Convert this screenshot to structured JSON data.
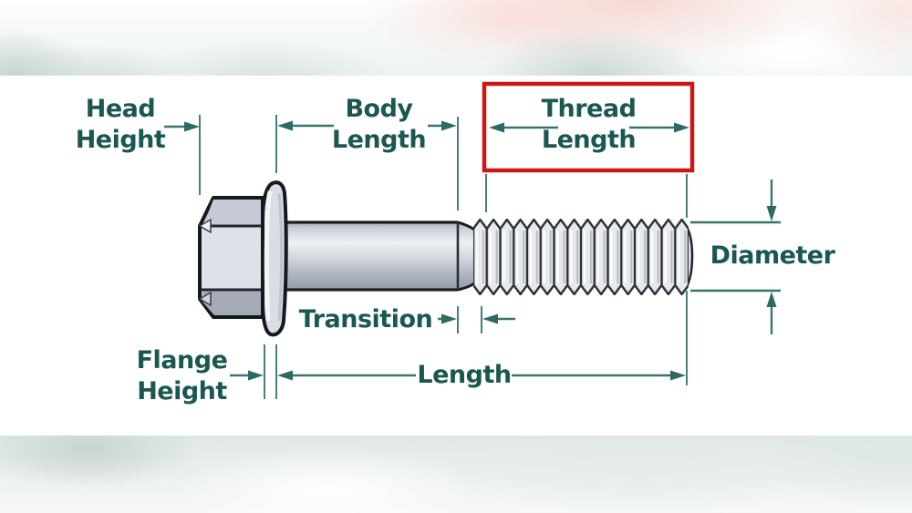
{
  "diagram": {
    "title_hint": "flange bolt dimension diagram",
    "labels": {
      "head_height": {
        "line1": "Head",
        "line2": "Height"
      },
      "body_length": {
        "line1": "Body",
        "line2": "Length"
      },
      "thread_length": {
        "line1": "Thread",
        "line2": "Length"
      },
      "transition": "Transition",
      "flange_height": {
        "line1": "Flange",
        "line2": "Height"
      },
      "length": "Length",
      "diameter": "Diameter"
    },
    "highlighted_label": "Thread Length"
  },
  "colors": {
    "label_text": "#1b5751",
    "dimension_line": "#3a746e",
    "arrow_fill": "#2e6a64",
    "highlight_box": "#cb1817",
    "bolt_outline": "#15181d",
    "bolt_light": "#eef0f3",
    "bolt_mid": "#ccd1d9",
    "bolt_dark": "#9aa1ad",
    "canvas_background": "#ffffff"
  }
}
